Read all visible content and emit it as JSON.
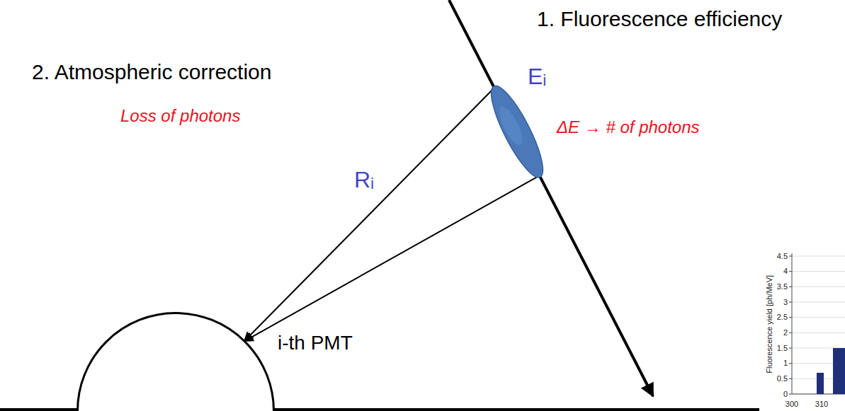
{
  "diagram": {
    "nodes": [
      {
        "text": [
          "Eᵢ"
        ]
      },
      {
        "text": [
          "i-th PMT"
        ]
      }
    ],
    "edges": [
      {
        "from": 0,
        "to": 1,
        "arrow": "to"
      },
      {
        "from": 0,
        "to": 1,
        "arrow": "to"
      }
    ],
    "labels": [
      "1. Fluorescence efficiency",
      "ΔE → # of photons",
      "2. Atmospheric correction",
      "Loss of photons",
      "Rᵢ",
      "4.5",
      "4",
      "3.5",
      "3",
      "2.5",
      "2",
      "1.5",
      "1",
      "0.5",
      "0",
      "300",
      "310",
      "Fluorescence yield [ph/MeV]"
    ]
  }
}
